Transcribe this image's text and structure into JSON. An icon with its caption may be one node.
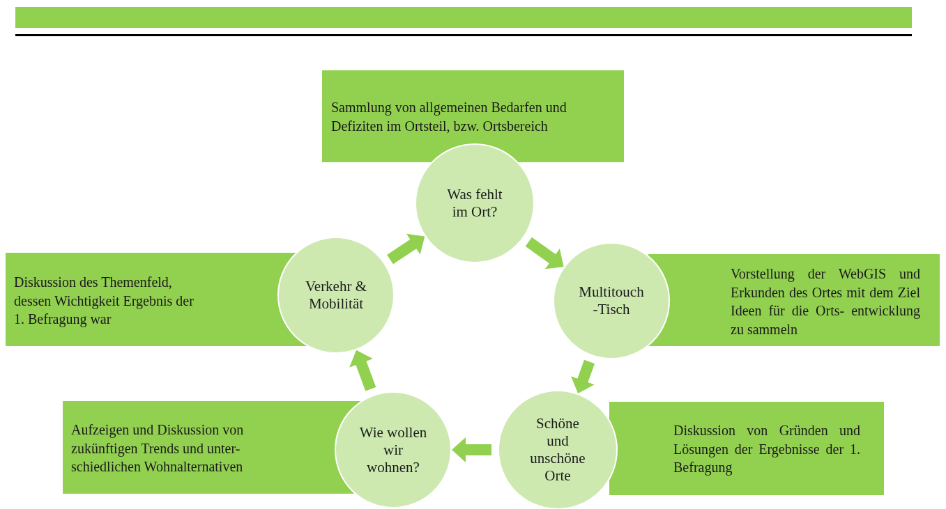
{
  "diagram": {
    "nodes": [
      {
        "text": [
          "Sammlung von allgemeinen Bedarfen und Defiziten im Ortsteil, bzw. Ortsbereich"
        ]
      },
      {
        "text": [
          "Was fehlt im Ort?"
        ]
      },
      {
        "text": [
          "Diskussion des Themenfeld, dessen Wichtigkeit Ergebnis der 1. Befragung war"
        ]
      },
      {
        "text": [
          "Verkehr & Mobilität"
        ]
      },
      {
        "text": [
          "Multitouch -Tisch"
        ]
      },
      {
        "text": [
          "Vorstellung der WebGIS und Erkunden des Ortes mit dem Ziel Ideen für die Orts- entwicklung zu sammeln"
        ]
      },
      {
        "text": [
          "Aufzeigen und Diskussion von zukünftigen Trends und unter- schiedlichen Wohnalternativen"
        ]
      },
      {
        "text": [
          "Wie wollen wir wohnen?"
        ]
      },
      {
        "text": [
          "Schöne und unschöne Orte"
        ]
      },
      {
        "text": [
          "Diskussion von Gründen und Lösungen der Ergebnisse der 1. Befragung"
        ]
      }
    ],
    "edges": [
      {
        "from": 1,
        "to": 4,
        "arrow": "to"
      },
      {
        "from": 4,
        "to": 8,
        "arrow": "to"
      },
      {
        "from": 8,
        "to": 7,
        "arrow": "to"
      },
      {
        "from": 7,
        "to": 3,
        "arrow": "to"
      },
      {
        "from": 3,
        "to": 1,
        "arrow": "to"
      }
    ]
  }
}
